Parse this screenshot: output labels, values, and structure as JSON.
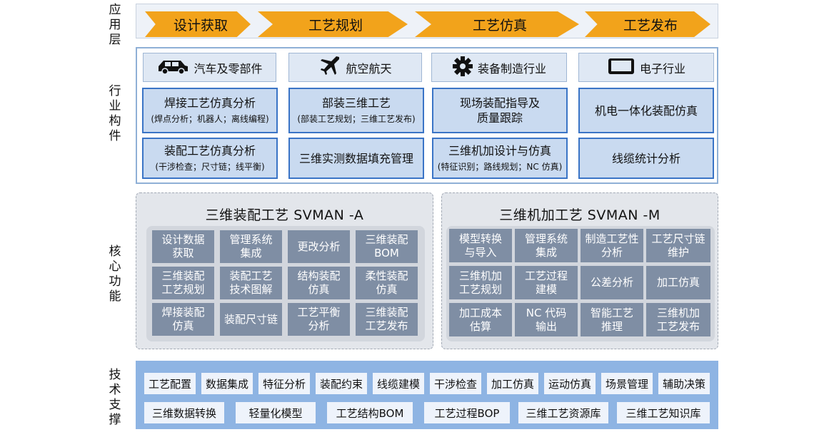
{
  "side_labels": {
    "application": "应用层",
    "industry": "行业构件",
    "core": "核心功能",
    "tech": "技术支撑"
  },
  "application": [
    "设计获取",
    "工艺规划",
    "工艺仿真",
    "工艺发布"
  ],
  "industry": {
    "headers": [
      {
        "icon": "car-icon",
        "label": "汽车及零部件"
      },
      {
        "icon": "airplane-icon",
        "label": "航空航天"
      },
      {
        "icon": "gear-icon",
        "label": "装备制造行业"
      },
      {
        "icon": "monitor-icon",
        "label": "电子行业"
      }
    ],
    "boxes": [
      {
        "title": "焊接工艺仿真分析",
        "sub": "(焊点分析；机器人；离线编程)"
      },
      {
        "title": "部装三维工艺",
        "sub": "(部装工艺规划；三维工艺发布)"
      },
      {
        "title": "现场装配指导及\n质量跟踪",
        "sub": ""
      },
      {
        "title": "机电一体化装配仿真",
        "sub": ""
      },
      {
        "title": "装配工艺仿真分析",
        "sub": "(干涉检查；尺寸链；线平衡)"
      },
      {
        "title": "三维实测数据填充管理",
        "sub": ""
      },
      {
        "title": "三维机加设计与仿真",
        "sub": "(特征识别；路线规划；NC 仿真)"
      },
      {
        "title": "线缆统计分析",
        "sub": ""
      }
    ]
  },
  "core": {
    "left": {
      "title": "三维装配工艺  SVMAN -A",
      "cells": [
        "设计数据\n获取",
        "管理系统\n集成",
        "更改分析",
        "三维装配\nBOM",
        "三维装配\n工艺规划",
        "装配工艺\n技术图解",
        "结构装配\n仿真",
        "柔性装配\n仿真",
        "焊接装配\n仿真",
        "装配尺寸链",
        "工艺平衡\n分析",
        "三维装配\n工艺发布"
      ]
    },
    "right": {
      "title": "三维机加工艺  SVMAN -M",
      "cells": [
        "模型转换\n与导入",
        "管理系统\n集成",
        "制造工艺性\n分析",
        "工艺尺寸链\n维护",
        "三维机加\n工艺规划",
        "工艺过程\n建模",
        "公差分析",
        "加工仿真",
        "加工成本\n估算",
        "NC 代码\n输出",
        "智能工艺\n推理",
        "三维机加\n工艺发布"
      ]
    }
  },
  "tech": {
    "row1": [
      "工艺配置",
      "数据集成",
      "特征分析",
      "装配约束",
      "线缆建模",
      "干涉检查",
      "加工仿真",
      "运动仿真",
      "场景管理",
      "辅助决策"
    ],
    "row2": [
      "三维数据转换",
      "轻量化模型",
      "工艺结构BOM",
      "工艺过程BOP",
      "三维工艺资源库",
      "三维工艺知识库"
    ]
  },
  "colors": {
    "chevron": "#f2a31b",
    "industry_box": "#c9daf0",
    "industry_border": "#3a74c6",
    "core_cell": "#7f8ea4",
    "tech_band": "#8eb4e3"
  }
}
